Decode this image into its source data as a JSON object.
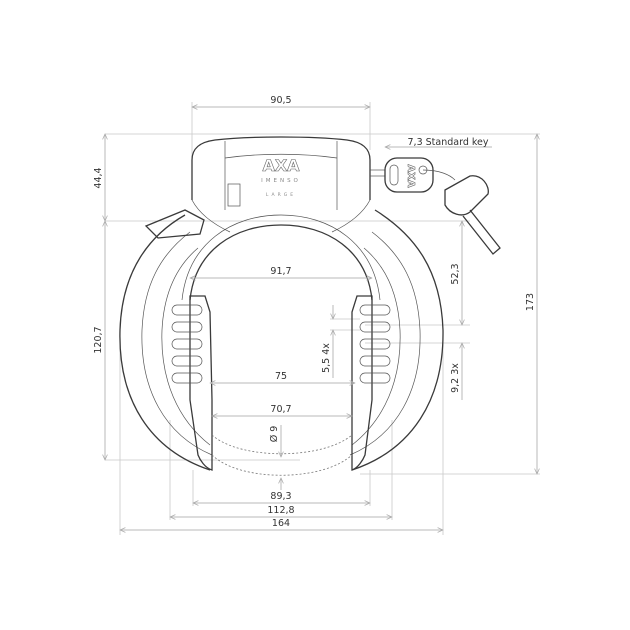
{
  "drawing": {
    "brand_logo": "AXA",
    "model_text": "IMENSO",
    "size_text": "LARGE",
    "key_logo": "AXA"
  },
  "dimensions": {
    "top_width": "90,5",
    "key_label": "7,3 Standard key",
    "top_height": "44,4",
    "ring_height": "120,7",
    "total_height": "173",
    "key_height": "52,3",
    "slot_pitch": "9,2 3x",
    "slot_width": "5,5 4x",
    "inner_width_top": "91,7",
    "inner_width_mid": "75",
    "inner_width_low": "70,7",
    "bolt_diameter": "Ø 9",
    "outer_width_a": "89,3",
    "outer_width_b": "112,8",
    "outer_width_total": "164"
  }
}
